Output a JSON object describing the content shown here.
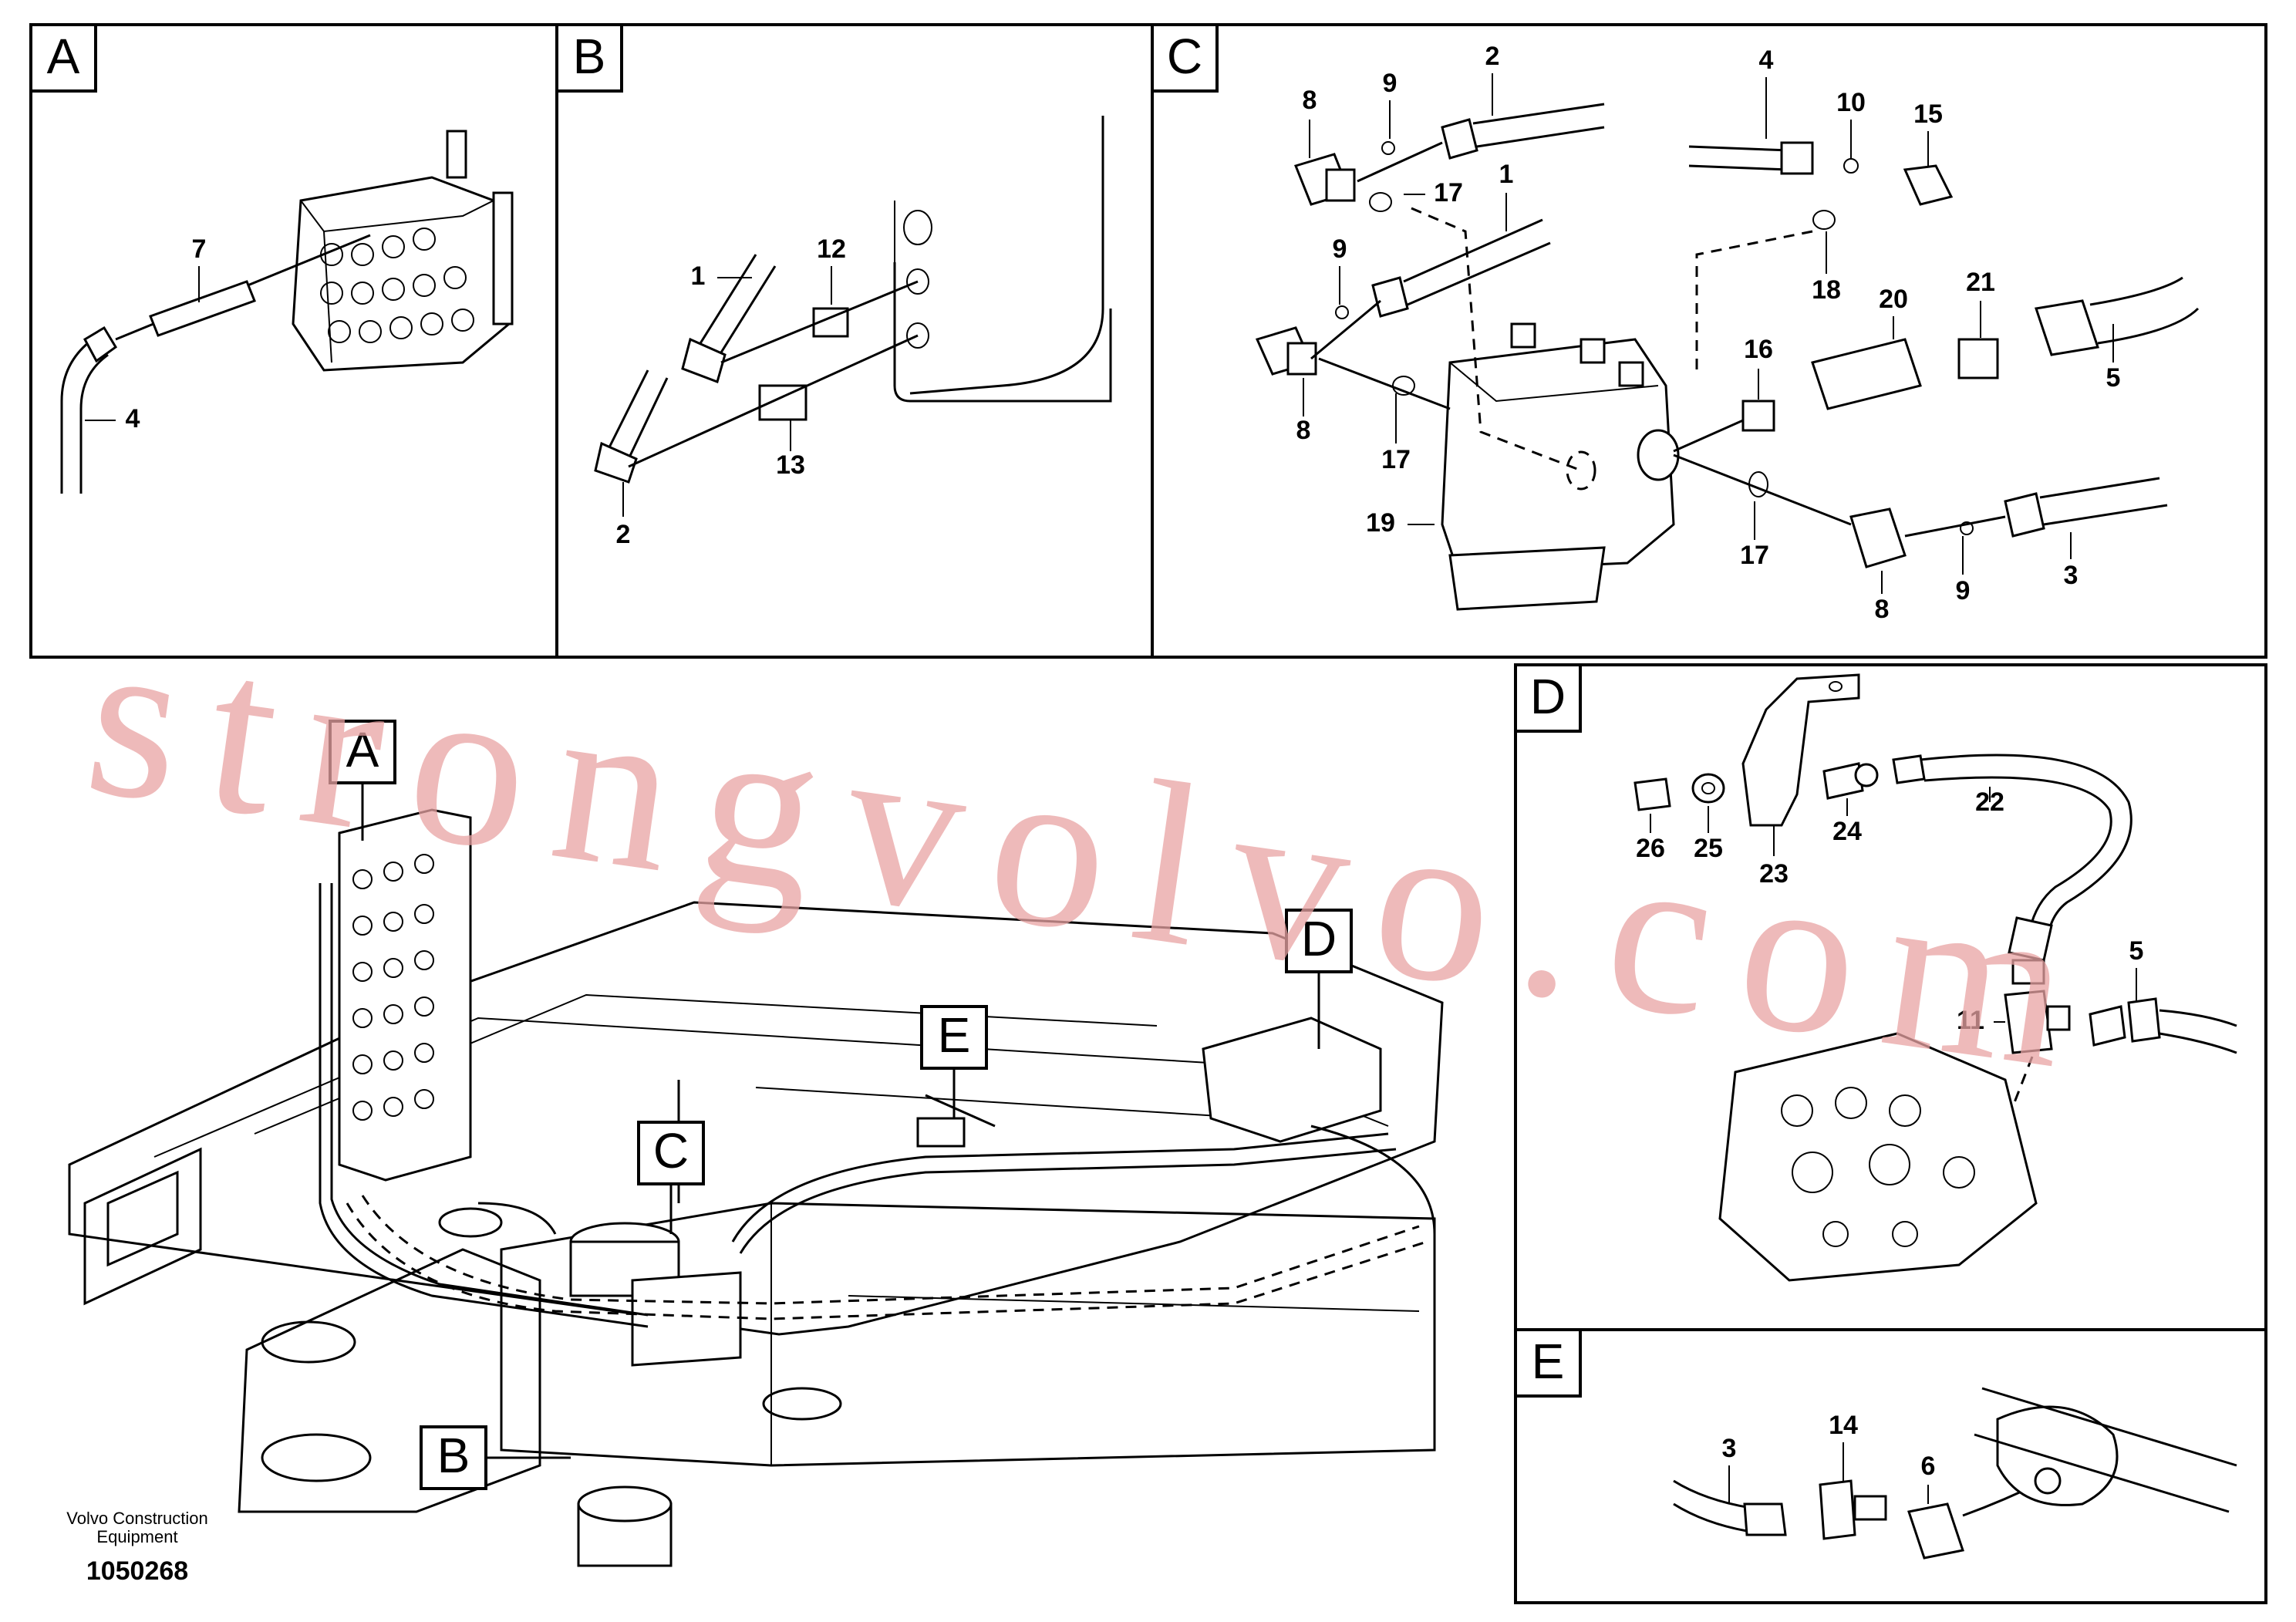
{
  "panels": [
    {
      "id": "A",
      "labels": [
        "7",
        "4"
      ]
    },
    {
      "id": "B",
      "labels": [
        "1",
        "12",
        "13",
        "2"
      ]
    },
    {
      "id": "C",
      "labels": [
        "8",
        "9",
        "2",
        "17",
        "1",
        "9",
        "8",
        "17",
        "19",
        "4",
        "10",
        "15",
        "18",
        "16",
        "20",
        "21",
        "5",
        "17",
        "8",
        "9",
        "3"
      ]
    },
    {
      "id": "D",
      "labels": [
        "26",
        "25",
        "23",
        "24",
        "22",
        "5",
        "11"
      ]
    },
    {
      "id": "E",
      "labels": [
        "3",
        "14",
        "6"
      ]
    }
  ],
  "main_callouts": [
    "A",
    "B",
    "C",
    "D",
    "E"
  ],
  "footer": {
    "company": "Volvo Construction",
    "company_line2": "Equipment",
    "drawing_number": "1050268"
  },
  "watermark": "strongvolvo.com"
}
